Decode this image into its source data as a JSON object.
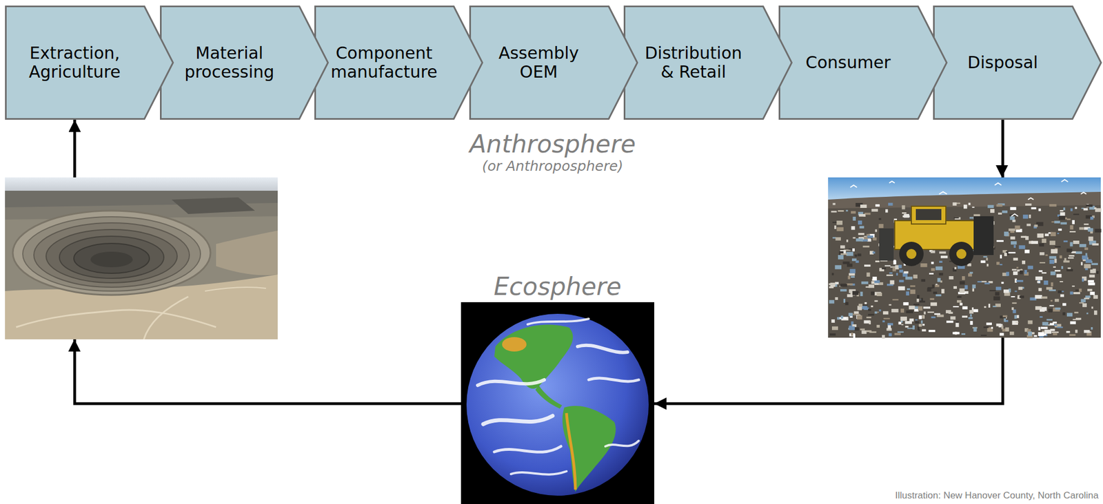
{
  "diagram": {
    "nodes": [
      {
        "text": [
          "Extraction, Agriculture"
        ]
      },
      {
        "text": [
          "Material processing"
        ]
      },
      {
        "text": [
          "Component manufacture"
        ]
      },
      {
        "text": [
          "Assembly OEM"
        ]
      },
      {
        "text": [
          "Distribution & Retail"
        ]
      },
      {
        "text": [
          "Consumer"
        ]
      },
      {
        "text": [
          "Disposal"
        ]
      },
      {
        "text": [
          "Ecosphere"
        ]
      }
    ],
    "edges": [
      {
        "from": 6,
        "to": 7,
        "arrow": "to"
      },
      {
        "from": 7,
        "to": 0,
        "arrow": "to"
      }
    ],
    "labels": [
      "Anthrosphere",
      "(or Anthroposphere)",
      "Illustration: New Hanover County, North Carolina"
    ]
  }
}
